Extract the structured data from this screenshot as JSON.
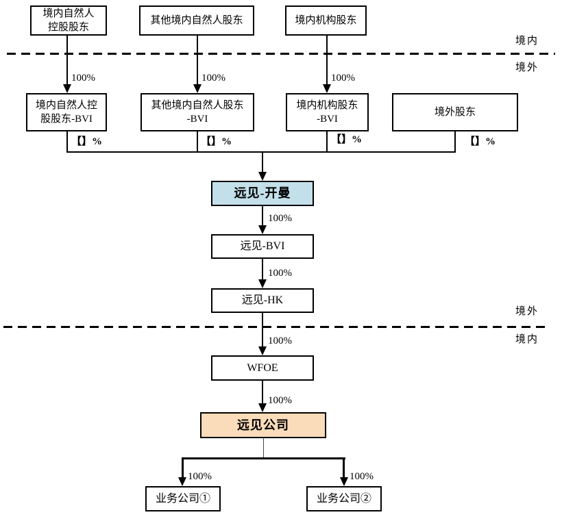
{
  "diagram": {
    "boundary": {
      "top": {
        "above": "境内",
        "below": "境外"
      },
      "bottom": {
        "above": "境外",
        "below": "境内"
      }
    },
    "row1": [
      {
        "label": "境内自然人\n控股股东",
        "pct": "100%"
      },
      {
        "label": "其他境内自然人股东",
        "pct": "100%"
      },
      {
        "label": "境内机构股东",
        "pct": "100%"
      }
    ],
    "row2": [
      {
        "label": "境内自然人控\n股股东-BVI",
        "pct": "【】%"
      },
      {
        "label": "其他境内自然人股东\n-BVI",
        "pct": "【】%"
      },
      {
        "label": "境内机构股东\n-BVI",
        "pct": "【】%"
      },
      {
        "label": "境外股东",
        "pct": "【】%"
      }
    ],
    "chain": [
      {
        "label": "远见-开曼",
        "pct": "100%"
      },
      {
        "label": "远见-BVI",
        "pct": "100%"
      },
      {
        "label": "远见-HK",
        "pct": "100%"
      },
      {
        "label": "WFOE",
        "pct": "100%"
      },
      {
        "label": "远见公司"
      }
    ],
    "subsidiaries": [
      {
        "label": "业务公司①",
        "pct": "100%"
      },
      {
        "label": "业务公司②",
        "pct": "100%"
      }
    ],
    "colors": {
      "cayman_fill": "#c3dfea",
      "company_fill": "#fbdcba",
      "line": "#000000"
    }
  }
}
